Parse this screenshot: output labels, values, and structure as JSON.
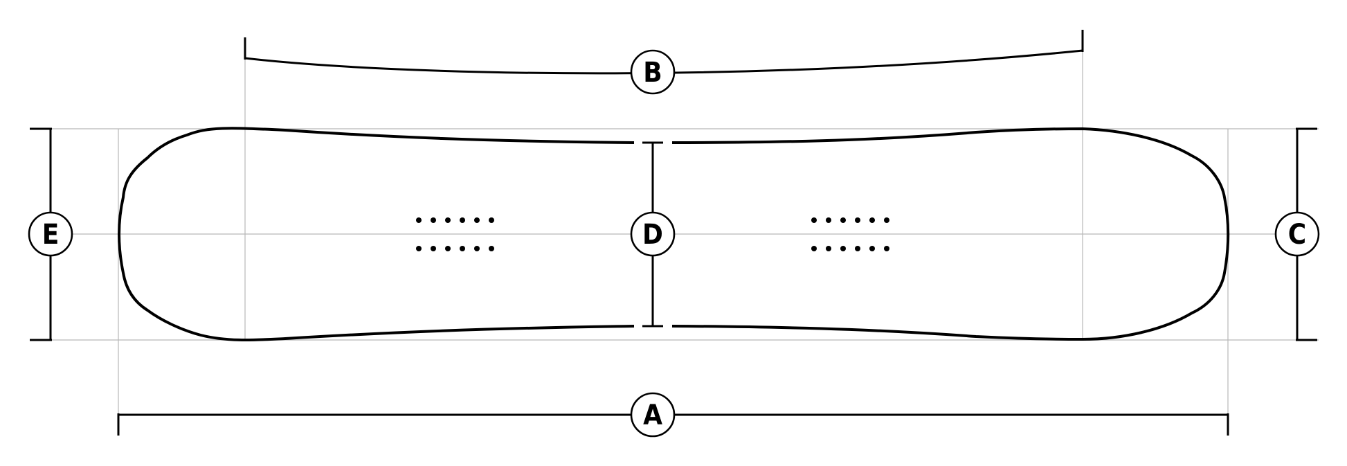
{
  "markers": {
    "A": "A",
    "B": "B",
    "C": "C",
    "D": "D",
    "E": "E"
  },
  "inserts": {
    "columns_per_group": 6,
    "rows_per_group": 2,
    "groups": 2
  },
  "colors": {
    "line": "#000000",
    "guide": "#b8b8b8",
    "background": "#ffffff"
  }
}
